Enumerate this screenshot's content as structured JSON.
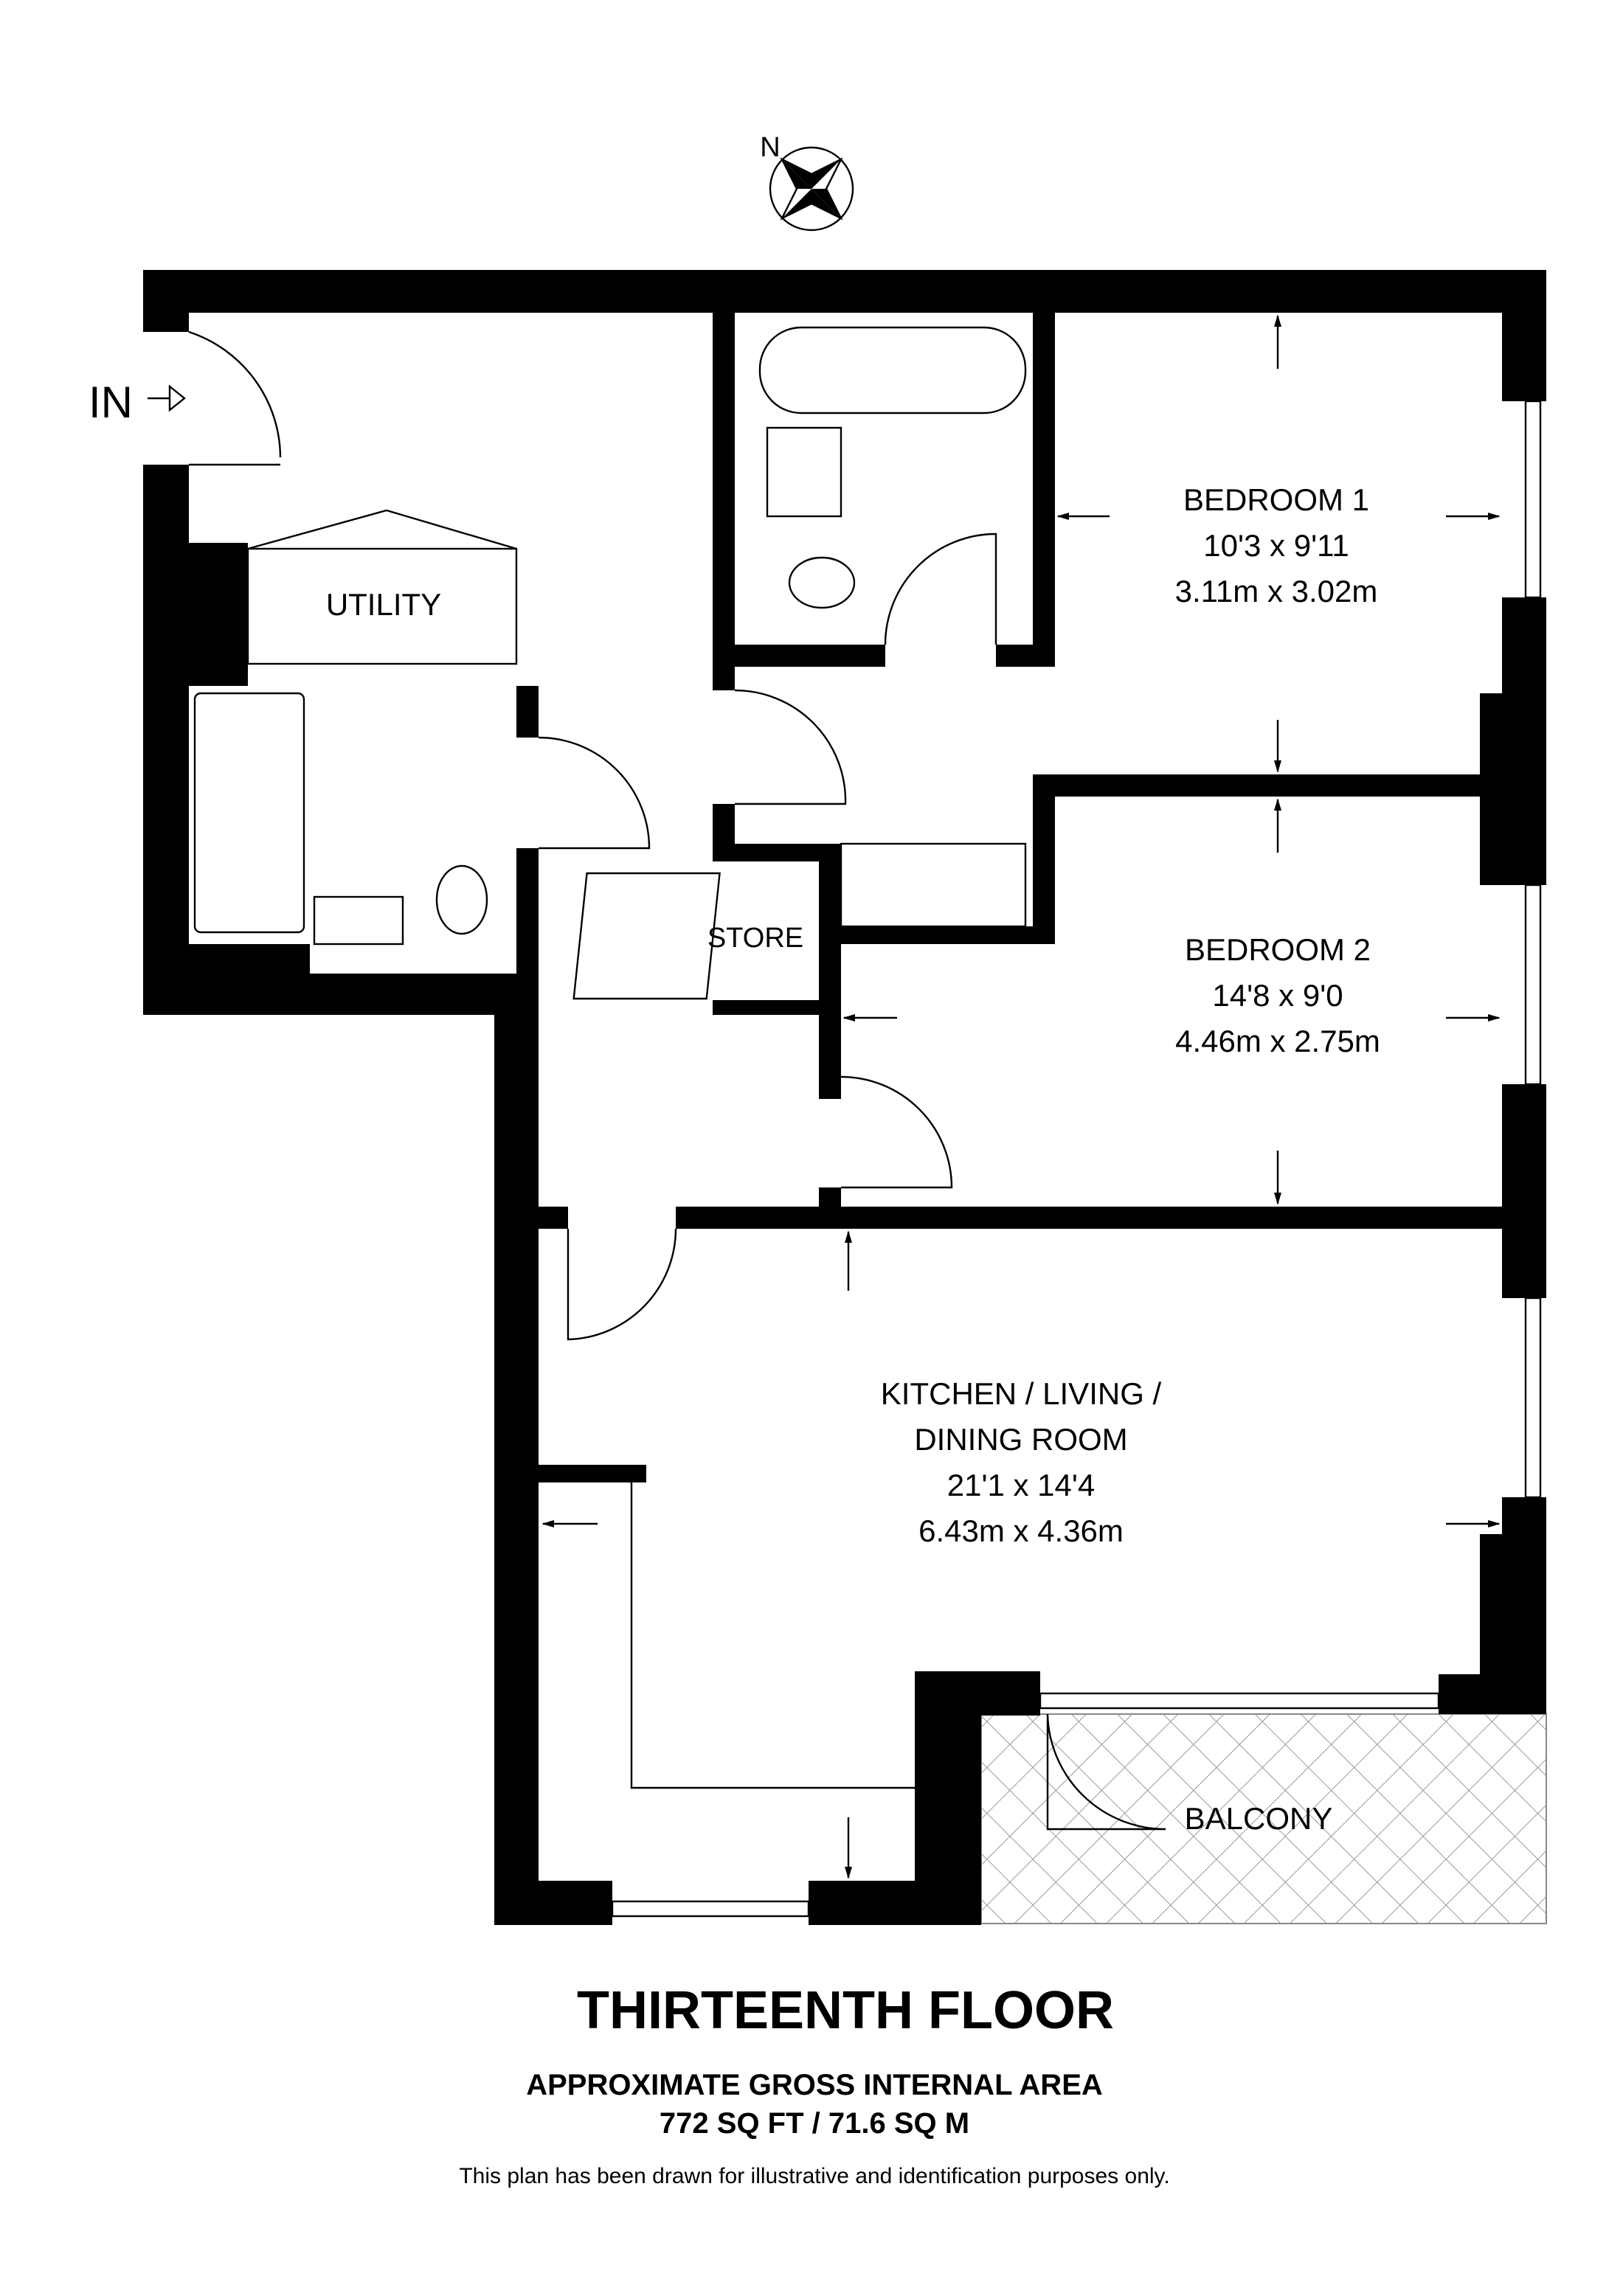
{
  "compass": {
    "north_label": "N"
  },
  "entrance": {
    "label": "IN"
  },
  "rooms": {
    "utility": {
      "name": "UTILITY"
    },
    "store": {
      "name": "STORE"
    },
    "bedroom1": {
      "name": "BEDROOM 1",
      "imperial": "10'3 x 9'11",
      "metric": "3.11m x 3.02m"
    },
    "bedroom2": {
      "name": "BEDROOM 2",
      "imperial": "14'8 x 9'0",
      "metric": "4.46m x 2.75m"
    },
    "kitchen": {
      "name_line1": "KITCHEN / LIVING /",
      "name_line2": "DINING ROOM",
      "imperial": "21'1 x 14'4",
      "metric": "6.43m x 4.36m"
    },
    "balcony": {
      "name": "BALCONY"
    }
  },
  "footer": {
    "floor": "THIRTEENTH FLOOR",
    "area_heading": "APPROXIMATE GROSS INTERNAL AREA",
    "area_value": "772 SQ FT / 71.6 SQ M",
    "disclaimer": "This plan has been drawn for illustrative and identification purposes only."
  }
}
